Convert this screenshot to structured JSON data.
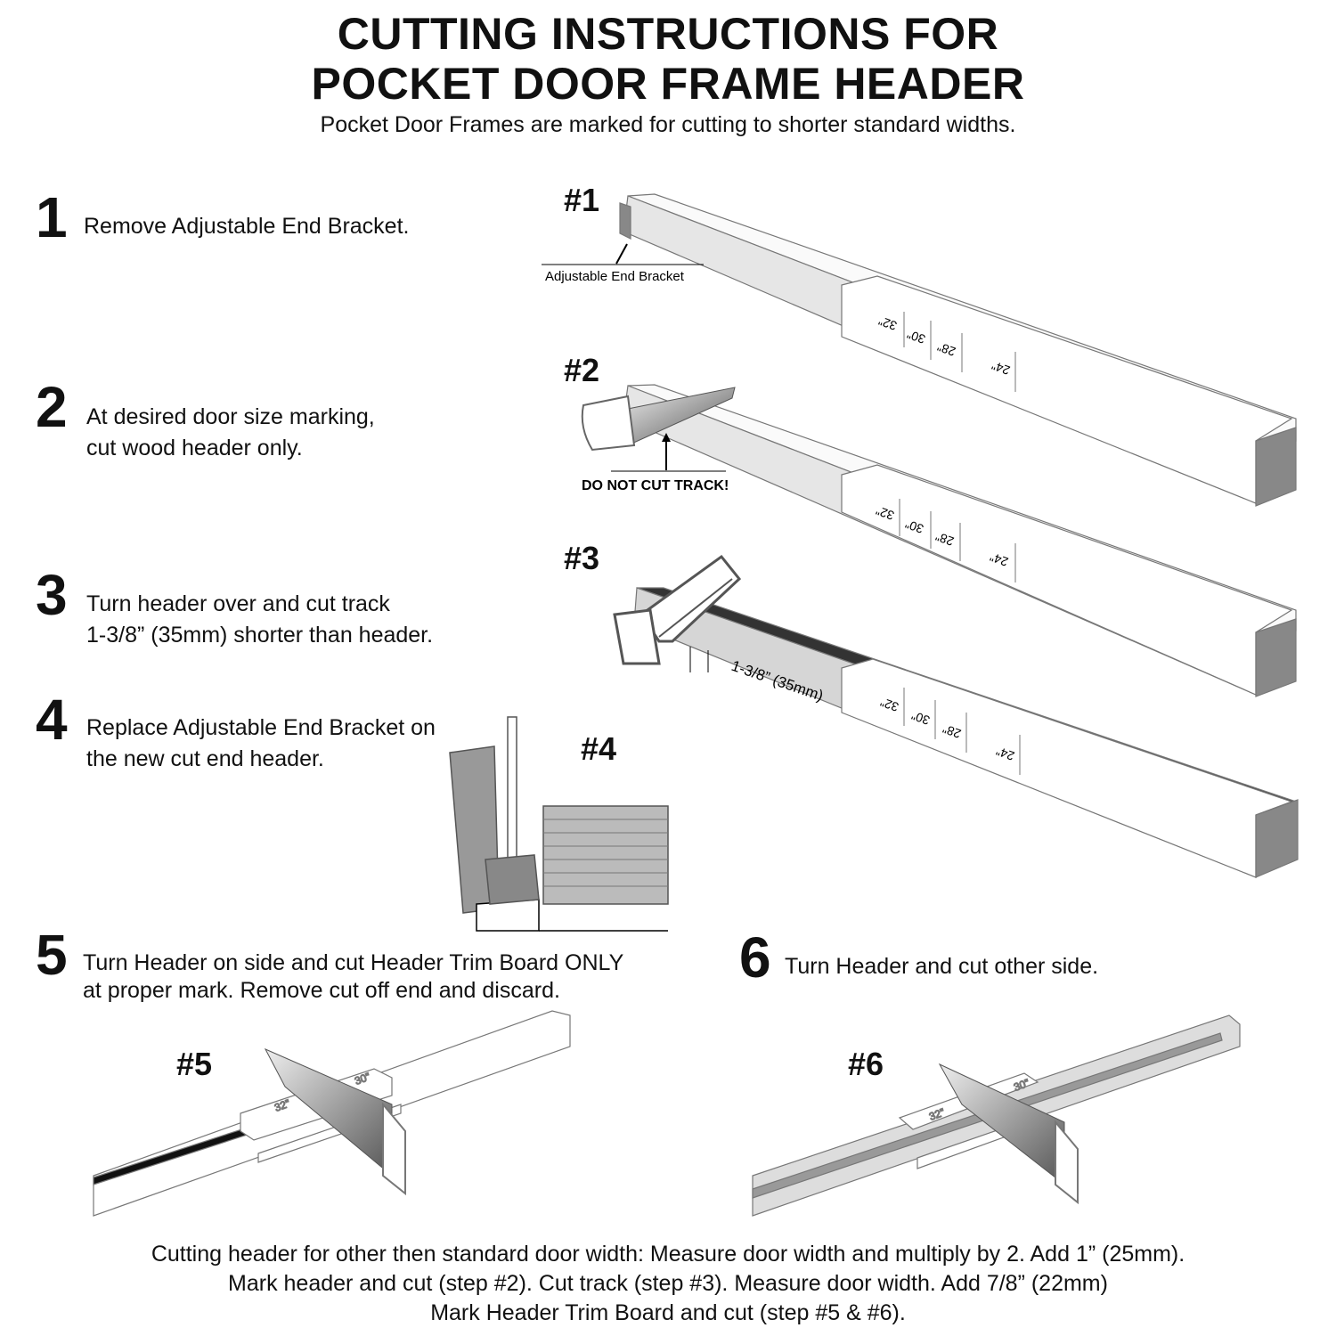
{
  "title": {
    "line1": "CUTTING INSTRUCTIONS FOR",
    "line2": "POCKET DOOR FRAME HEADER"
  },
  "subtitle": "Pocket Door Frames are marked for cutting to shorter standard widths.",
  "steps": [
    {
      "number": "1",
      "lines": [
        "Remove Adjustable End Bracket."
      ]
    },
    {
      "number": "2",
      "lines": [
        "At desired door size marking,",
        "cut wood header only."
      ]
    },
    {
      "number": "3",
      "lines": [
        "Turn header over and cut track",
        "1-3/8” (35mm) shorter than header."
      ]
    },
    {
      "number": "4",
      "lines": [
        "Replace Adjustable End Bracket on",
        "the new cut end header."
      ]
    },
    {
      "number": "5",
      "lines": [
        "Turn Header on side and cut Header Trim Board ONLY",
        "at proper mark. Remove cut off end and discard."
      ]
    },
    {
      "number": "6",
      "lines": [
        "Turn Header and cut other side."
      ]
    }
  ],
  "figures": {
    "fig1": {
      "label": "#1",
      "callout": "Adjustable End Bracket"
    },
    "fig2": {
      "label": "#2",
      "callout": "DO NOT CUT TRACK!"
    },
    "fig3": {
      "label": "#3",
      "callout": "1-3/8” (35mm)"
    },
    "fig4": {
      "label": "#4"
    },
    "fig5": {
      "label": "#5"
    },
    "fig6": {
      "label": "#6"
    }
  },
  "size_marks": [
    "32\"",
    "30\"",
    "28\"",
    "24\""
  ],
  "footer_note": [
    "Cutting header for other then standard door width: Measure door width and multiply by 2. Add 1” (25mm).",
    "Mark header and cut (step #2). Cut track (step #3). Measure door width. Add 7/8” (22mm)",
    "Mark Header Trim Board and cut (step #5 & #6)."
  ]
}
